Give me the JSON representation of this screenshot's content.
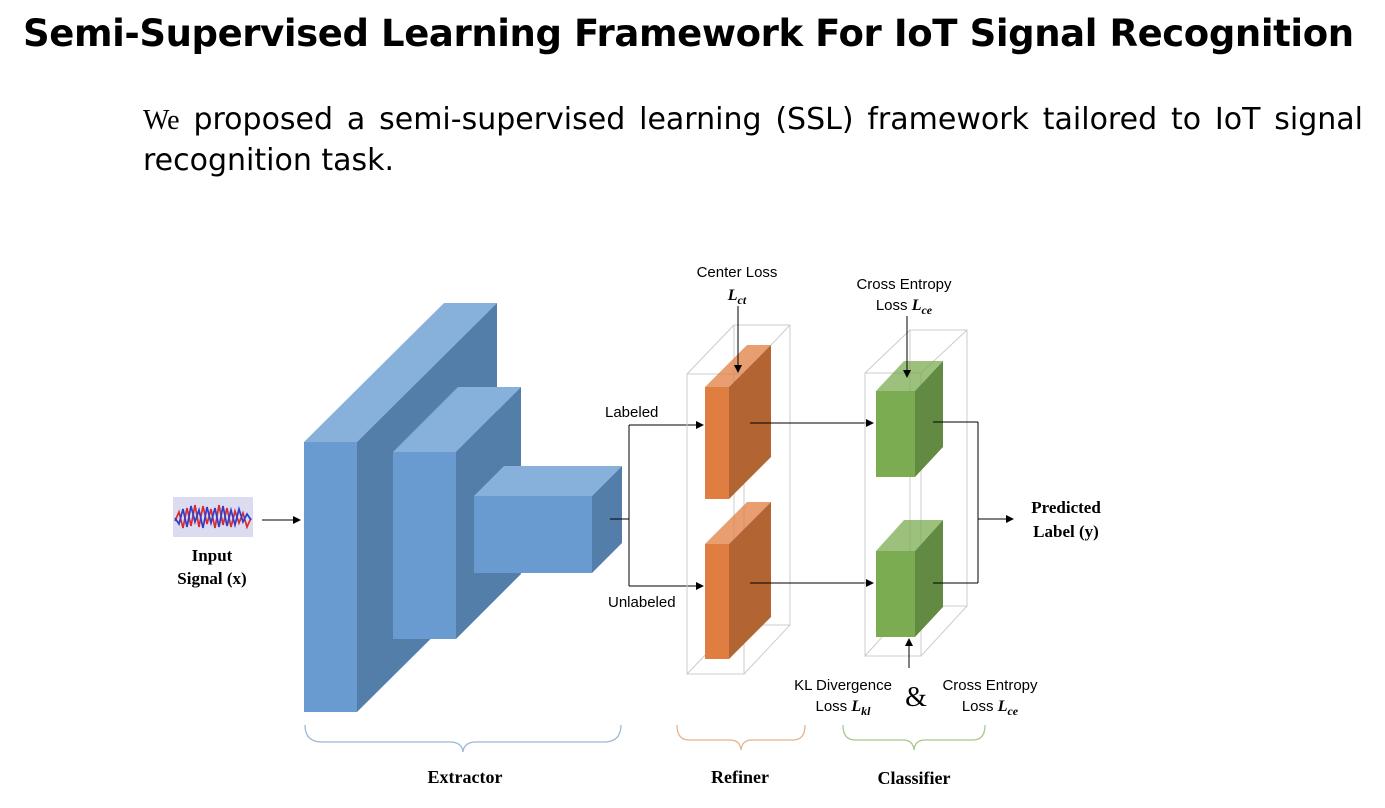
{
  "page": {
    "title": "Semi-Supervised Learning Framework For IoT Signal Recognition",
    "intro_lead": "We",
    "intro_rest": " proposed a semi-supervised learning (SSL) framework  tailored to  IoT signal recognition task."
  },
  "diagram": {
    "input_label_1": "Input",
    "input_label_2": "Signal (x)",
    "labeled": "Labeled",
    "unlabeled": "Unlabeled",
    "center_loss": "Center Loss",
    "center_loss_sym": "L",
    "center_loss_sub": "ct",
    "ce_top_1": "Cross Entropy",
    "ce_top_2": "Loss ",
    "ce_top_sym": "L",
    "ce_top_sub": "ce",
    "kl_1": "KL Divergence",
    "kl_2": "Loss ",
    "kl_sym": "L",
    "kl_sub": "kl",
    "ampersand": "&",
    "ce_bot_1": "Cross Entropy",
    "ce_bot_2": "Loss ",
    "ce_bot_sym": "L",
    "ce_bot_sub": "ce",
    "predicted_1": "Predicted",
    "predicted_2": "Label (y)",
    "stage_extractor": "Extractor",
    "stage_refiner": "Refiner",
    "stage_classifier": "Classifier"
  },
  "colors": {
    "extractor_front": "#6a9bd0",
    "extractor_top": "#87b0da",
    "extractor_side": "#537ea9",
    "refiner_front": "#e07e41",
    "refiner_side": "#b36433",
    "classifier_front": "#7bac52",
    "classifier_side": "#628a42",
    "brace_extractor": "#9cb8d8",
    "brace_refiner": "#e4b48e",
    "brace_classifier": "#a8c88e",
    "wave_red": "#dd2a2a",
    "wave_blue": "#2a3ed0"
  }
}
